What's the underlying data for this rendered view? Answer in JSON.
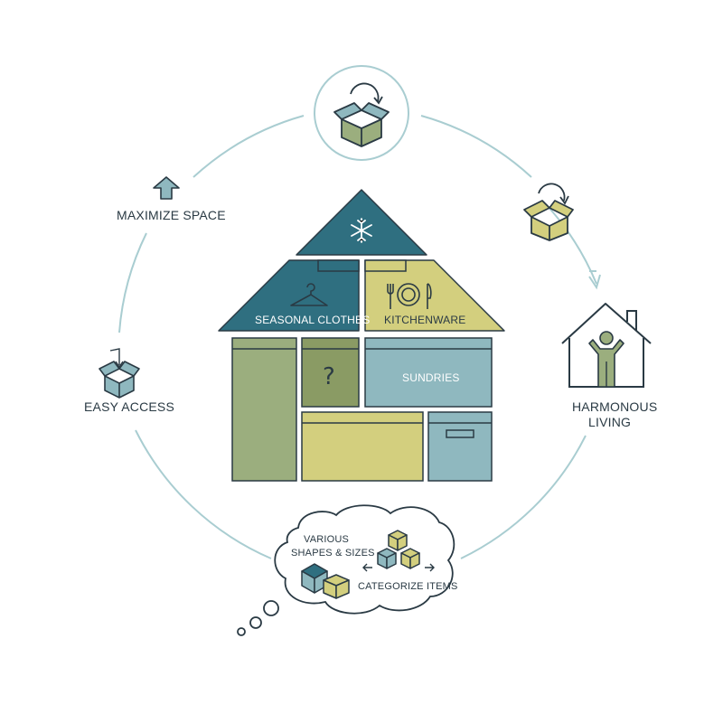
{
  "labels": {
    "maximize_space": "MAXIMIZE SPACE",
    "easy_access": "EASY ACCESS",
    "harmonous_living_line1": "HARMONOUS",
    "harmonous_living_line2": "LIVING",
    "seasonal_clothes": "SEASONAL CLOTHES",
    "kitchenware": "KITCHENWARE",
    "sundries": "SUNDRIES",
    "unknown_mark": "?",
    "various_line1": "VARIOUS",
    "various_line2": "SHAPES & SIZES",
    "categorize_items": "CATEGORIZE ITEMS"
  },
  "colors": {
    "teal_dark": "#2f6f80",
    "teal_light": "#8fb8bf",
    "olive": "#9bae7e",
    "olive_dark": "#8a9b64",
    "yellow": "#d3cf7e",
    "outline": "#2a3a44",
    "ring": "#a9cdd1"
  },
  "icons": [
    "snowflake-icon",
    "hanger-icon",
    "plate-cutlery-icon",
    "open-box-icon",
    "person-icon",
    "arrow-up-icon",
    "cycle-arrow-icon"
  ]
}
